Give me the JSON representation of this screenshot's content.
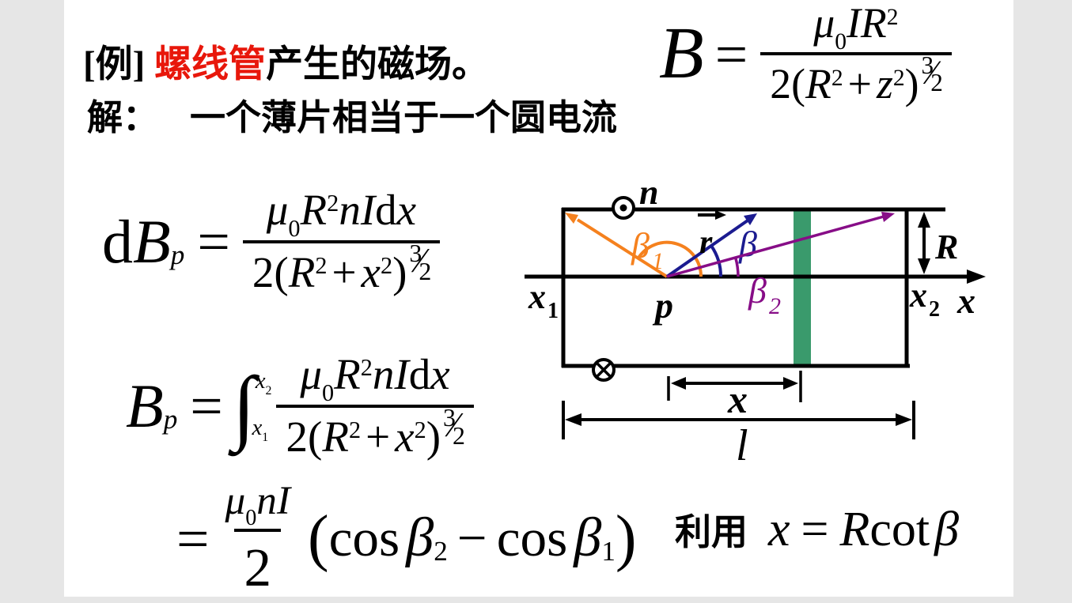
{
  "slide": {
    "bg": "#ffffff",
    "frame_bg": "#e6e6e6"
  },
  "header": {
    "example_tag": "[例] ",
    "highlight": "螺线管",
    "highlight_color": "#e8170b",
    "title_rest": "产生的磁场。",
    "solution_label": "解：",
    "solution_text": "一个薄片相当于一个圆电流"
  },
  "formulas": {
    "ring": [
      {
        "v": "B",
        "s": "i",
        "f": 1.45
      },
      {
        "sp": 14
      },
      {
        "v": "=",
        "s": "r",
        "f": 1.15
      },
      {
        "sp": 16
      },
      {
        "frac": {
          "n": [
            {
              "v": "μ",
              "s": "i"
            },
            {
              "sub": "0",
              "s": "r"
            },
            {
              "v": "IR",
              "s": "i"
            },
            {
              "sup": "2",
              "s": "r"
            }
          ],
          "d": [
            {
              "v": "2(",
              "s": "r"
            },
            {
              "v": "R",
              "s": "i"
            },
            {
              "sup": "2",
              "s": "r"
            },
            {
              "sp": 6
            },
            {
              "v": "+",
              "s": "r"
            },
            {
              "sp": 6
            },
            {
              "v": "z",
              "s": "i"
            },
            {
              "sup": "2",
              "s": "r"
            },
            {
              "v": ")",
              "s": "r"
            },
            {
              "sfrac": [
                "3",
                "2"
              ]
            }
          ]
        }
      }
    ],
    "dbp": [
      {
        "v": "d",
        "s": "r",
        "f": 1.22
      },
      {
        "v": "B",
        "s": "i",
        "f": 1.22
      },
      {
        "sub": "p"
      },
      {
        "sp": 16
      },
      {
        "v": "=",
        "s": "r",
        "f": 1.15
      },
      {
        "sp": 16
      },
      {
        "frac": {
          "n": [
            {
              "v": "μ",
              "s": "i"
            },
            {
              "sub": "0",
              "s": "r"
            },
            {
              "v": "R",
              "s": "i"
            },
            {
              "sup": "2",
              "s": "r"
            },
            {
              "v": "nI",
              "s": "i"
            },
            {
              "v": "d",
              "s": "r"
            },
            {
              "v": "x",
              "s": "i"
            }
          ],
          "d": [
            {
              "v": "2(",
              "s": "r"
            },
            {
              "v": "R",
              "s": "i"
            },
            {
              "sup": "2",
              "s": "r"
            },
            {
              "sp": 6
            },
            {
              "v": "+",
              "s": "r"
            },
            {
              "sp": 6
            },
            {
              "v": "x",
              "s": "i"
            },
            {
              "sup": "2",
              "s": "r"
            },
            {
              "v": ")",
              "s": "r"
            },
            {
              "sfrac": [
                "3",
                "2"
              ]
            }
          ]
        }
      }
    ],
    "bp": [
      {
        "v": "B",
        "s": "i",
        "f": 1.22
      },
      {
        "sub": "p"
      },
      {
        "sp": 16
      },
      {
        "v": "=",
        "s": "r",
        "f": 1.15
      },
      {
        "sp": 12
      },
      {
        "integral": {
          "hi": [
            {
              "v": "x",
              "s": "i"
            },
            {
              "sub": "2",
              "s": "r"
            }
          ],
          "lo": [
            {
              "v": "x",
              "s": "i"
            },
            {
              "sub": "1",
              "s": "r"
            }
          ]
        }
      },
      {
        "sp": 6
      },
      {
        "frac": {
          "n": [
            {
              "v": "μ",
              "s": "i"
            },
            {
              "sub": "0",
              "s": "r"
            },
            {
              "v": "R",
              "s": "i"
            },
            {
              "sup": "2",
              "s": "r"
            },
            {
              "v": "nI",
              "s": "i"
            },
            {
              "v": "d",
              "s": "r"
            },
            {
              "v": "x",
              "s": "i"
            }
          ],
          "d": [
            {
              "v": "2(",
              "s": "r"
            },
            {
              "v": "R",
              "s": "i"
            },
            {
              "sup": "2",
              "s": "r"
            },
            {
              "sp": 6
            },
            {
              "v": "+",
              "s": "r"
            },
            {
              "sp": 6
            },
            {
              "v": "x",
              "s": "i"
            },
            {
              "sup": "2",
              "s": "r"
            },
            {
              "v": ")",
              "s": "r"
            },
            {
              "sfrac": [
                "3",
                "2"
              ]
            }
          ]
        }
      }
    ],
    "result": [
      {
        "v": "=",
        "s": "r",
        "f": 1.15
      },
      {
        "sp": 10
      },
      {
        "frac": {
          "n": [
            {
              "v": "μ",
              "s": "i"
            },
            {
              "sub": "0",
              "s": "r"
            },
            {
              "v": "nI",
              "s": "i"
            }
          ],
          "d": [
            {
              "v": "2",
              "s": "r",
              "f": 1.35
            }
          ]
        }
      },
      {
        "sp": 12
      },
      {
        "v": "(",
        "s": "r",
        "f": 1.25
      },
      {
        "v": "cos",
        "s": "r",
        "f": 1.05
      },
      {
        "sp": 8
      },
      {
        "v": "β",
        "s": "i",
        "f": 1.1
      },
      {
        "sub": "2",
        "s": "r"
      },
      {
        "sp": 12
      },
      {
        "v": "−",
        "s": "r",
        "f": 1.05
      },
      {
        "sp": 12
      },
      {
        "v": "cos",
        "s": "r",
        "f": 1.05
      },
      {
        "sp": 8
      },
      {
        "v": "β",
        "s": "i",
        "f": 1.1
      },
      {
        "sub": "1",
        "s": "r"
      },
      {
        "v": ")",
        "s": "r",
        "f": 1.25
      }
    ],
    "note_prefix": "利用",
    "note": [
      {
        "v": "x",
        "s": "i"
      },
      {
        "sp": 14
      },
      {
        "v": "=",
        "s": "r"
      },
      {
        "sp": 14
      },
      {
        "v": "R",
        "s": "i"
      },
      {
        "v": "cot",
        "s": "r"
      },
      {
        "sp": 6
      },
      {
        "v": "β",
        "s": "i"
      }
    ]
  },
  "diagram": {
    "colors": {
      "orange": "#f5811e",
      "blue": "#1b1b90",
      "purple": "#870d87",
      "green": "#3a9a6c",
      "line": "#000000"
    },
    "labels": {
      "n": "n",
      "r_vec": "r",
      "beta1": "β",
      "beta1_sub": "1",
      "beta": "β",
      "beta2": "β",
      "beta2_sub": "2",
      "x1": "x",
      "x1_sub": "1",
      "x2": "x",
      "x2_sub": "2",
      "p": "p",
      "R": "R",
      "x_axis": "x",
      "x_dim": "x",
      "l_dim": "l"
    }
  }
}
